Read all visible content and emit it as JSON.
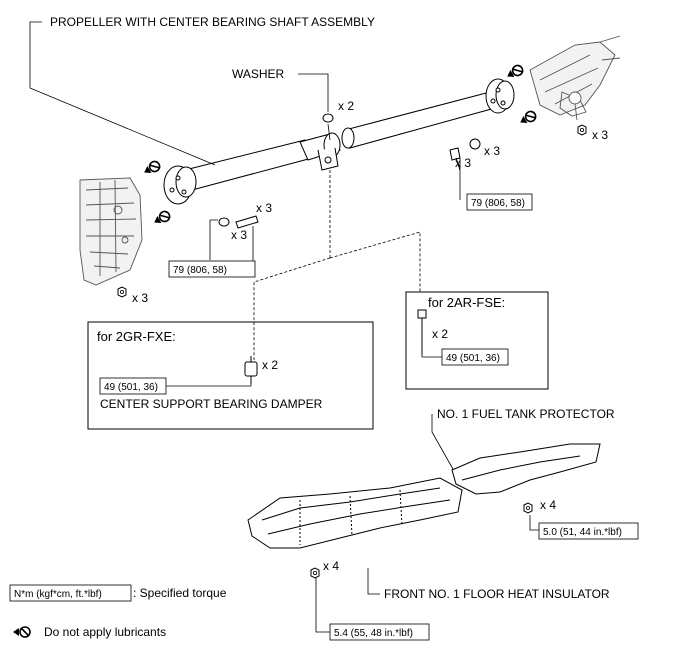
{
  "labels": {
    "assembly": "PROPELLER WITH CENTER BEARING SHAFT ASSEMBLY",
    "washer": "WASHER",
    "fuel_tank_protector": "NO. 1 FUEL TANK PROTECTOR",
    "heat_insulator": "FRONT NO. 1 FLOOR HEAT INSULATOR",
    "damper": "CENTER SUPPORT BEARING DAMPER"
  },
  "quantities": {
    "washer": "x 2",
    "rear_washer": "x 3",
    "rear_bolt": "x 3",
    "rear_nut": "x 3",
    "front_bolt": "x 3",
    "front_washer": "x 3",
    "front_nut": "x 3",
    "damper_2gr": "x 2",
    "bolt_2ar": "x 2",
    "protector_nut": "x 4",
    "insulator_nut": "x 4"
  },
  "torques": {
    "rear_flange": "79 (806, 58)",
    "front_flange": "79 (806, 58)",
    "damper_2gr": "49 (501, 36)",
    "bolt_2ar": "49 (501, 36)",
    "protector": "5.0 (51, 44 in.*lbf)",
    "insulator": "5.4 (55, 48 in.*lbf)"
  },
  "insets": {
    "gr": "for 2GR-FXE:",
    "ar": "for 2AR-FSE:"
  },
  "legend": {
    "torque_box": "N*m (kgf*cm, ft.*lbf)",
    "torque_text": ": Specified torque",
    "lubricant_text": "Do not apply lubricants"
  },
  "icons": [
    "no-lubricant-icon",
    "bolt-icon",
    "nut-icon",
    "washer-icon"
  ]
}
